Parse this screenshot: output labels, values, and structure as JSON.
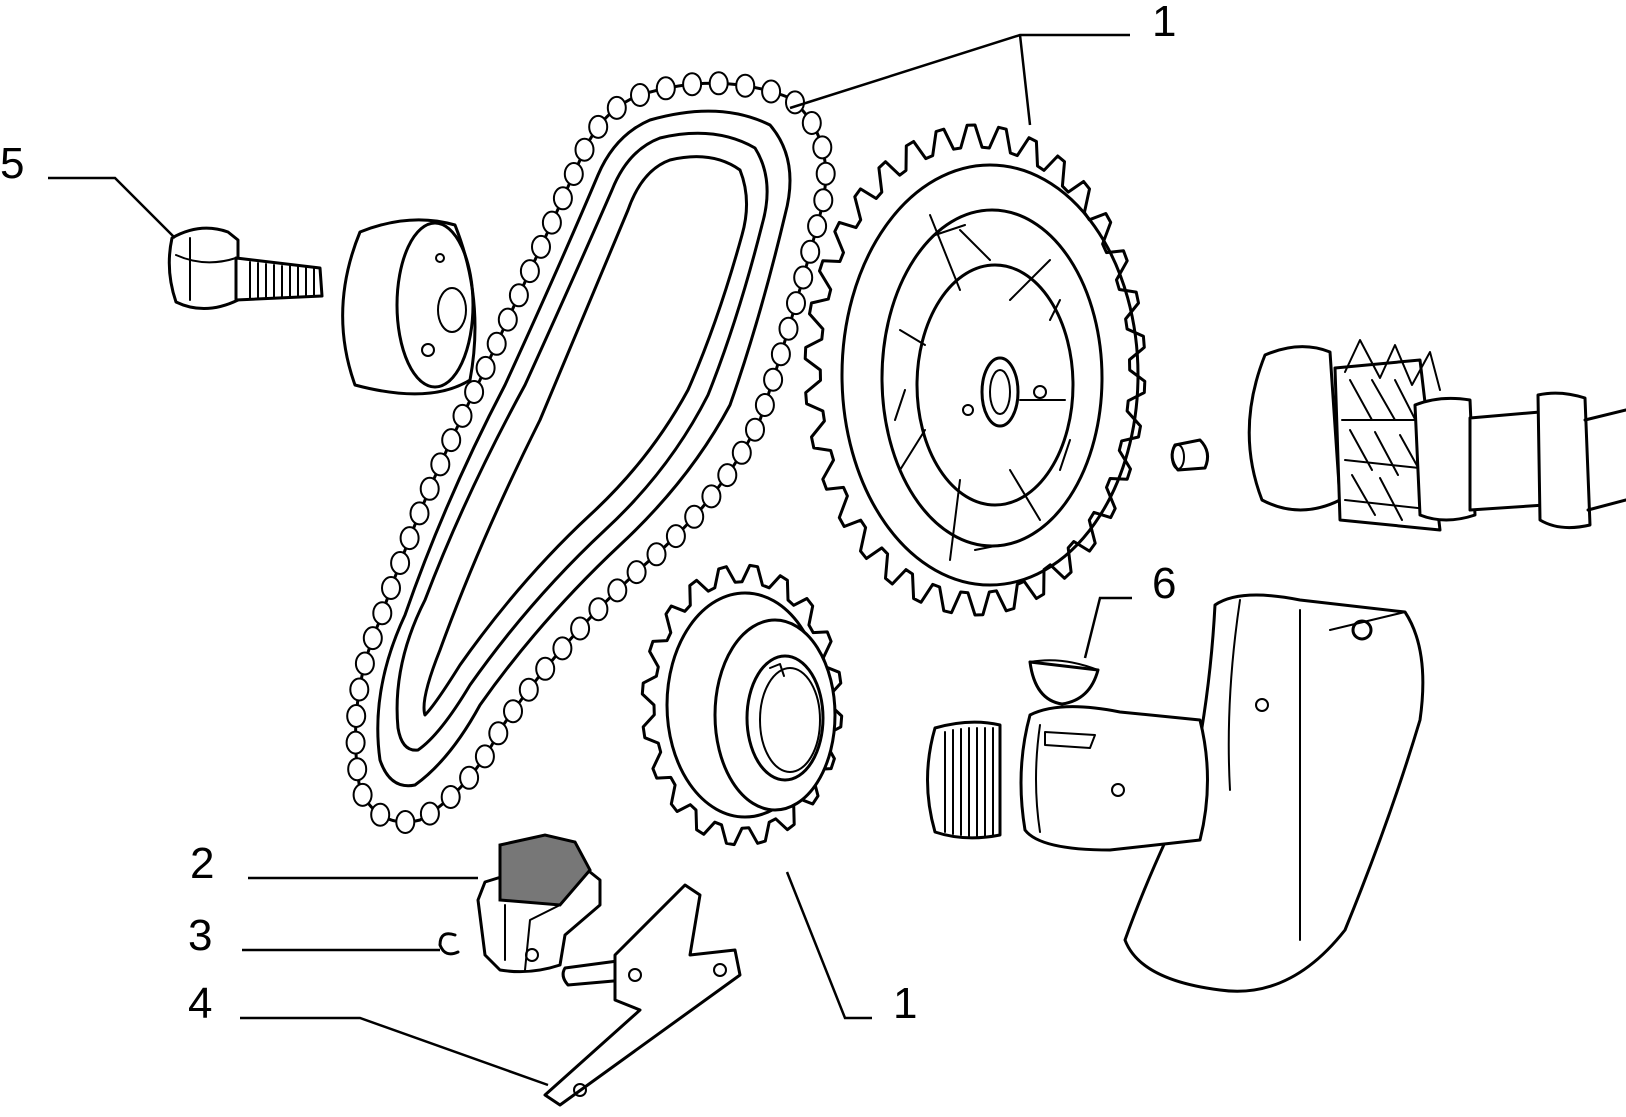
{
  "callouts": {
    "chain_top": "1",
    "chain_bottom": "1",
    "tensioner_shoe": "2",
    "circlip": "3",
    "bracket": "4",
    "bolt": "5",
    "woodruff_key": "6"
  },
  "colors": {
    "ink": "#000000",
    "paper": "#ffffff",
    "shoe_shade": "#777777"
  }
}
